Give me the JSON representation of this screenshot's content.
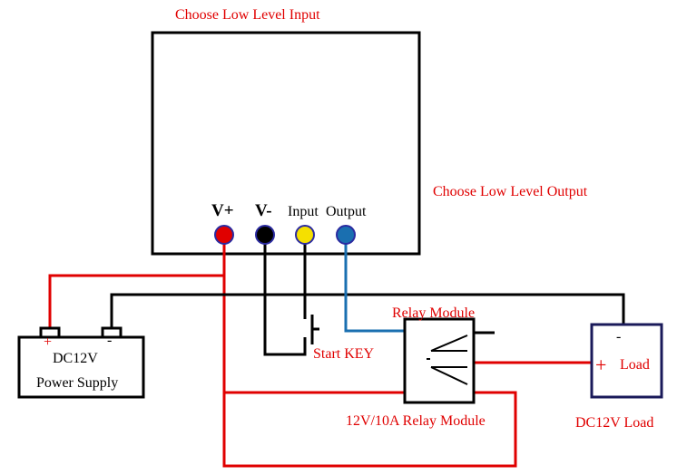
{
  "labels": {
    "choose_low_input": "Choose Low Level Input",
    "choose_low_output": "Choose Low Level Output",
    "v_plus": "V+",
    "v_minus": "V-",
    "input": "Input",
    "output": "Output",
    "supply_plus": "+",
    "supply_minus": "-",
    "supply_line1": "DC12V",
    "supply_line2": "Power Supply",
    "start_key": "Start KEY",
    "relay_module": "Relay Module",
    "relay_module_caption": "12V/10A Relay Module",
    "load_minus": "-",
    "load_plus": "+",
    "load_label": "Load",
    "load_caption": "DC12V Load"
  },
  "colors": {
    "annotation_text": "#e00000",
    "wire_positive": "#e00000",
    "wire_ground": "#000000",
    "wire_output": "#1a6fb0",
    "terminal_vplus": "#e00000",
    "terminal_vminus": "#000000",
    "terminal_input": "#f5e000",
    "terminal_output": "#1a6fb0",
    "load_border": "#1a1a5a"
  }
}
